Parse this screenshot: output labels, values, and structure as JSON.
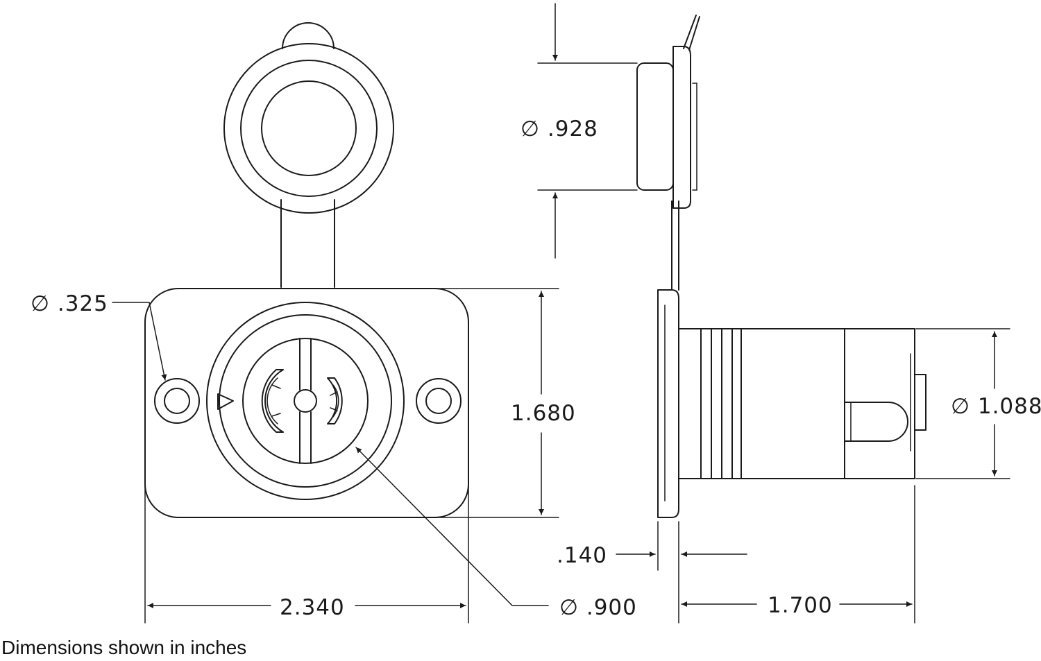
{
  "dimensions": {
    "side_upper_diameter": "∅ .928",
    "mount_hole_diameter": "∅ .325",
    "plate_height": "1.680",
    "plate_width": "2.340",
    "socket_diameter": "∅ .900",
    "flange_thickness": ".140",
    "body_length": "1.700",
    "body_diameter": "∅ 1.088"
  },
  "caption": "Dimensions shown in inches"
}
